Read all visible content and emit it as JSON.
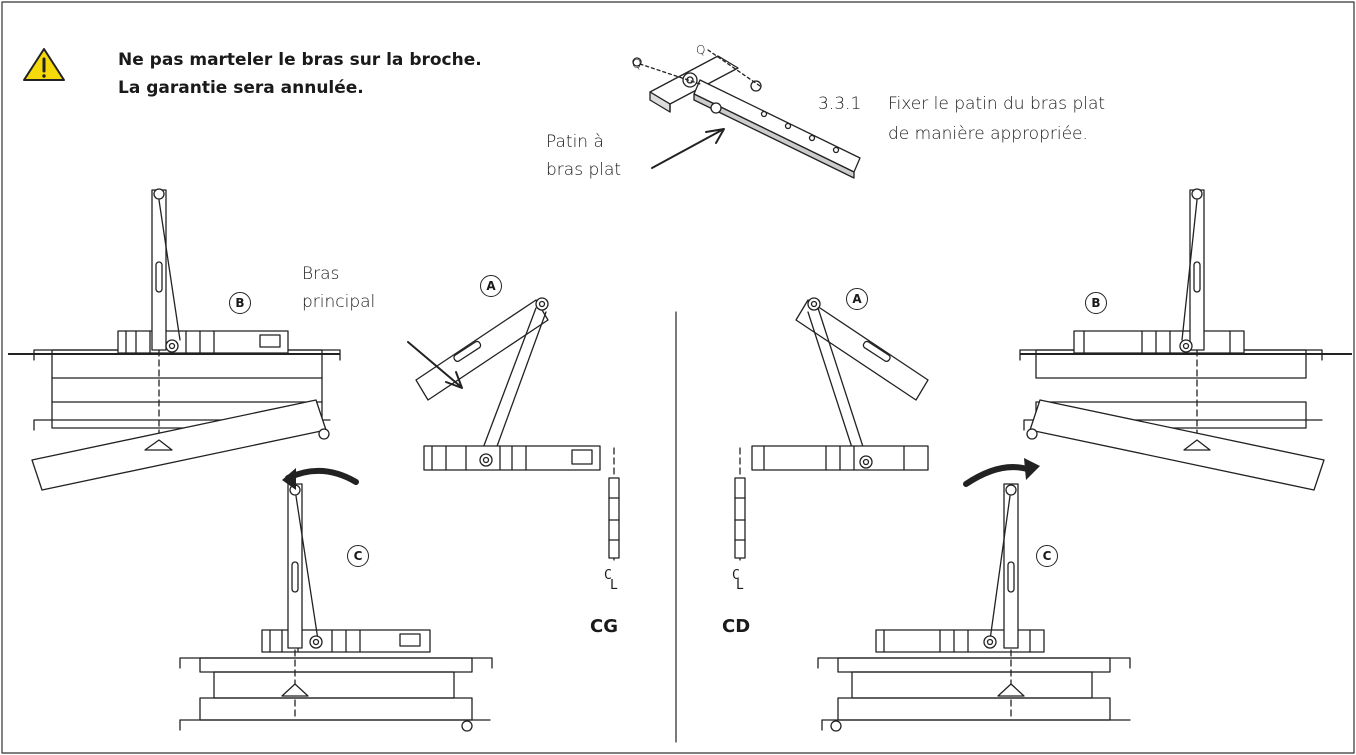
{
  "warning": {
    "line1": "Ne pas marteler le bras sur la broche.",
    "line2": "La garantie sera annulée.",
    "icon": "warning-triangle-icon",
    "icon_color": "#f5d90a"
  },
  "step": {
    "number": "3.3.1",
    "text_line1": "Fixer le patin du bras plat",
    "text_line2": "de manière appropriée."
  },
  "labels": {
    "flat_arm_shoe_line1": "Patin à",
    "flat_arm_shoe_line2": "bras plat",
    "main_arm_line1": "Bras",
    "main_arm_line2": "principal",
    "screw_q": "Q",
    "centerline_c": "C",
    "centerline_l": "L"
  },
  "markers": {
    "a": "A",
    "b": "B",
    "c": "C"
  },
  "sides": {
    "left": "CG",
    "right": "CD"
  }
}
